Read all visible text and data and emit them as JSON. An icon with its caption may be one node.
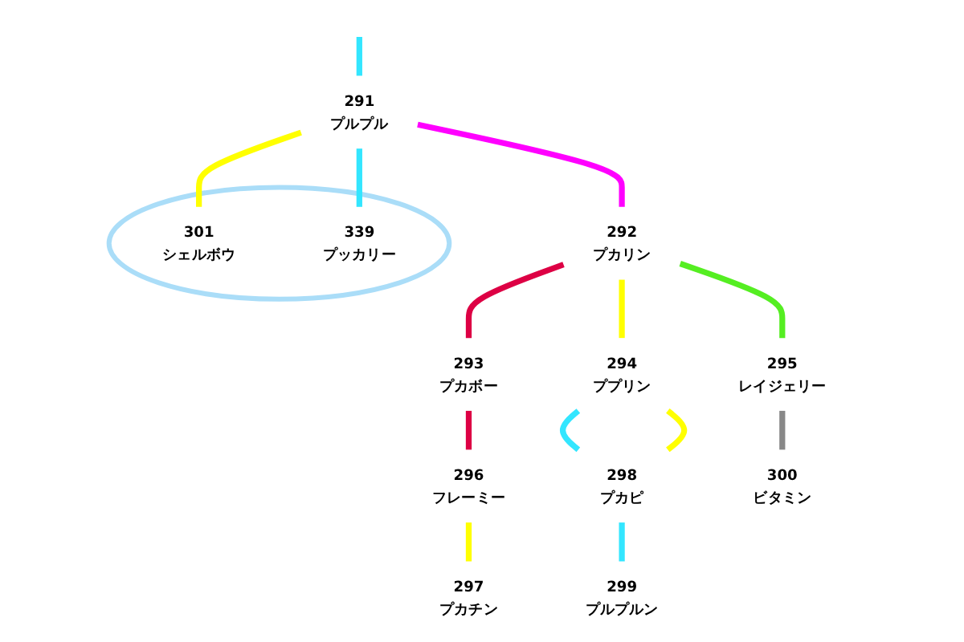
{
  "diagram": {
    "nodes": [
      {
        "text": [
          "291",
          "プルプル"
        ]
      },
      {
        "text": [
          "292",
          "プカリン"
        ]
      },
      {
        "text": [],
        "shape": "ellipse"
      },
      {
        "text": [
          "301",
          "シェルボウ"
        ],
        "in": 2
      },
      {
        "text": [
          "339",
          "プッカリー"
        ],
        "in": 2
      },
      {
        "text": [
          "293",
          "プカボー"
        ]
      },
      {
        "text": [
          "294",
          "ププリン"
        ]
      },
      {
        "text": [
          "295",
          "レイジェリー"
        ]
      },
      {
        "text": [
          "296",
          "フレーミー"
        ]
      },
      {
        "text": [
          "298",
          "プカピ"
        ]
      },
      {
        "text": [
          "300",
          "ビタミン"
        ]
      },
      {
        "text": [
          "297",
          "プカチン"
        ]
      },
      {
        "text": [
          "299",
          "プルプルン"
        ]
      }
    ],
    "edges": [
      {
        "from": null,
        "to": 0,
        "arrow": "none",
        "color": "#33e6ff"
      },
      {
        "from": 0,
        "to": 1,
        "arrow": "none",
        "color": "#ff00ff"
      },
      {
        "from": 0,
        "to": 3,
        "arrow": "none",
        "color": "#ffff00"
      },
      {
        "from": 0,
        "to": 4,
        "arrow": "none",
        "color": "#33e6ff"
      },
      {
        "from": 1,
        "to": 5,
        "arrow": "none",
        "color": "#dd0044"
      },
      {
        "from": 1,
        "to": 6,
        "arrow": "none",
        "color": "#ffff00"
      },
      {
        "from": 1,
        "to": 7,
        "arrow": "none",
        "color": "#55ee22"
      },
      {
        "from": 5,
        "to": 8,
        "arrow": "none",
        "color": "#dd0044"
      },
      {
        "from": 8,
        "to": 11,
        "arrow": "none",
        "color": "#ffff00"
      },
      {
        "from": 6,
        "to": 9,
        "arrow": "none",
        "color": "#33e6ff"
      },
      {
        "from": 6,
        "to": 9,
        "arrow": "none",
        "color": "#ffff00"
      },
      {
        "from": 9,
        "to": 12,
        "arrow": "none",
        "color": "#33e6ff"
      },
      {
        "from": 7,
        "to": 10,
        "arrow": "none",
        "color": "#888888"
      }
    ]
  }
}
